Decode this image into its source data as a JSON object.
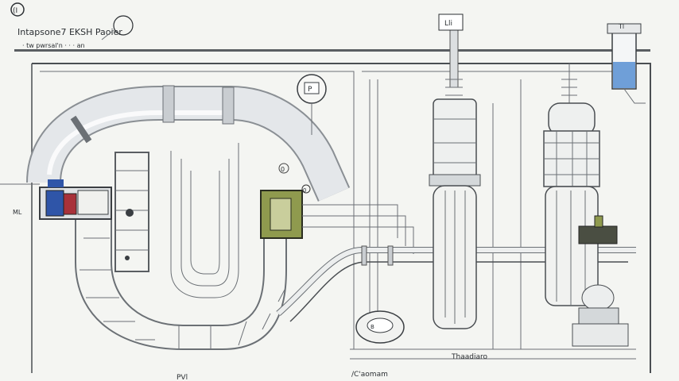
{
  "header": {
    "corner_mark": "(I",
    "title": "Intapsone7 EKSH Paoier",
    "subtitle": "· tw pwrsal'n · · · an"
  },
  "labels": {
    "top_tag_left": "Lli",
    "top_tag_right": "Tl",
    "gauge_box": "P",
    "side_tag": "ML",
    "bottom_left": "PVl",
    "bottom_center": "/C'aomam",
    "bottom_right": "Thaadiaro",
    "pipe_mark_1": "0",
    "pipe_mark_2": "B",
    "valve_mark": "0"
  },
  "colors": {
    "background": "#f4f5f2",
    "line": "#4a4e52",
    "pipe_fill": "#e4e7ea",
    "valve_olive": "#8f9a4e",
    "tank_blue": "#6f9fd8",
    "accent_red": "#a8323a",
    "accent_blue": "#2f55a8"
  }
}
